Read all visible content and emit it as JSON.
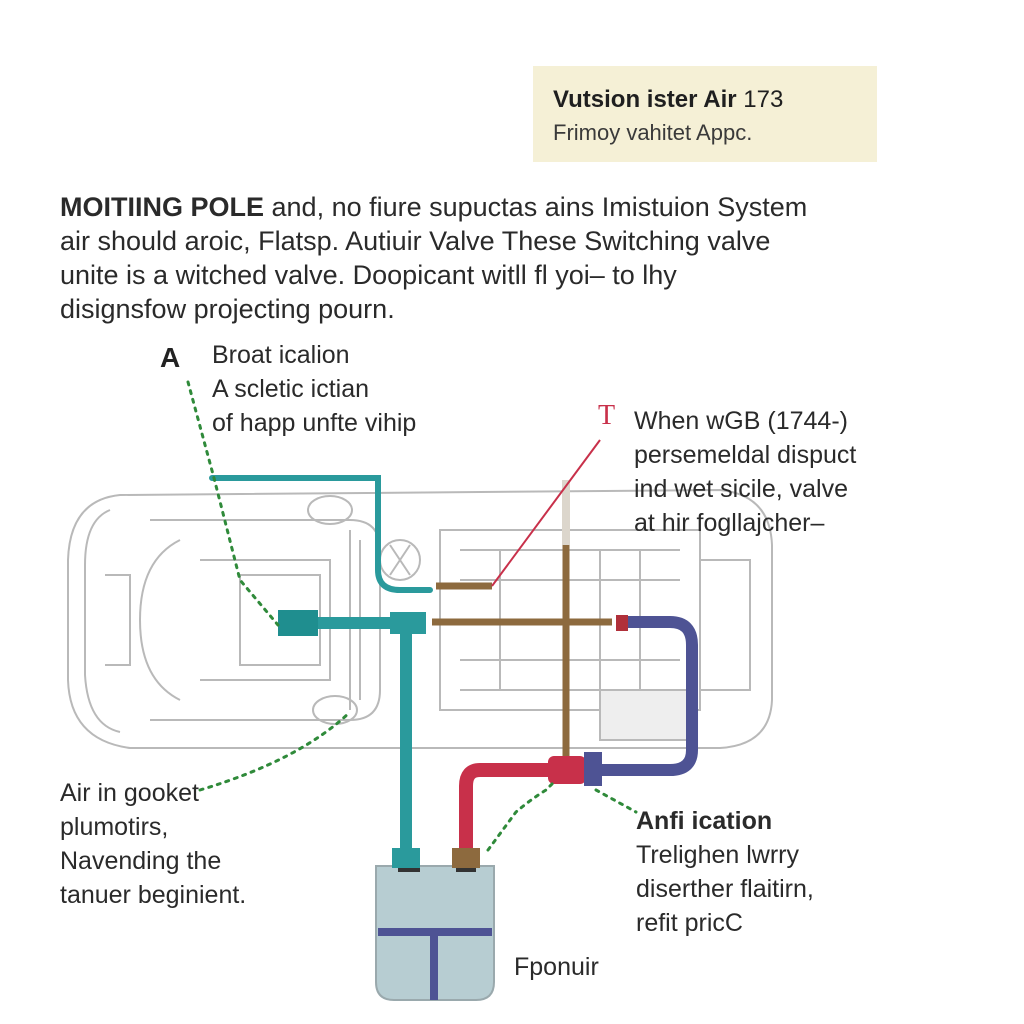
{
  "title_box": {
    "line1_bold": "Vutsion ister Air",
    "line1_num": "173",
    "line2": "Frimoy vahitet Appc."
  },
  "intro": {
    "lead": "MOITIING POLE",
    "line1_rest": " and, no fiure supuctas ains Imistuion System",
    "line2": "air should aroic, Flatsp. Autiuir Valve These Switching valve",
    "line3": "unite is a witched valve. Doopicant witll fl yoi– to lhy",
    "line4": "disignsfow projecting pourn."
  },
  "label_a": {
    "marker": "A",
    "lines": [
      "Broat icalion",
      "A scletic ictian",
      "of happ unfte vihip"
    ]
  },
  "label_t": {
    "marker": "T",
    "lines": [
      "When wGB (1744-)",
      "persemeldal dispuct",
      "ind wet sicile, valve",
      "at hir fogllajcher–"
    ]
  },
  "label_air": {
    "lines": [
      "Air in gooket",
      "plumotirs,",
      "Navending the",
      "tanuer beginient."
    ]
  },
  "label_anfi": {
    "heading": "Anfi ication",
    "lines": [
      "Trelighеn lwrry",
      "diserther flaitirn,",
      "refit pricC"
    ]
  },
  "label_tank": "Fponuir",
  "colors": {
    "teal": "#2a9a9c",
    "brown": "#8d6a3e",
    "red": "#c8304a",
    "navy": "#4e5394",
    "green_dots": "#2f8a3a",
    "outline": "#b9b9b9",
    "tank": "#b7cdd2",
    "title_bg": "#f5f0d6"
  }
}
